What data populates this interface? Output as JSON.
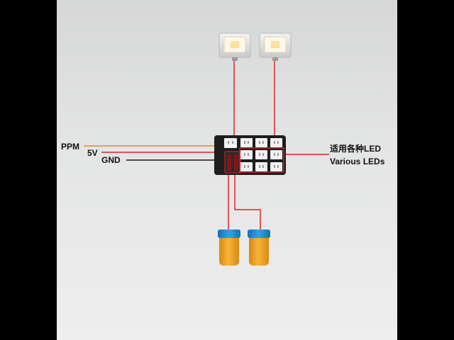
{
  "labels": {
    "ppm": "PPM",
    "v5": "5V",
    "gnd": "GND",
    "leds_cn": "适用各种LED",
    "leds_en": "Various LEDs"
  },
  "colors": {
    "background": "#000000",
    "panel": "#e2e3e3",
    "signal_wire": "#e08a3a",
    "power_wire": "#e0232b",
    "ground_wire": "#1a1a1a",
    "board": "#1e1e1e",
    "led_cap": "#1f8de0",
    "led_body": "#f0a626"
  },
  "components": {
    "flood_lights": 2,
    "cylinder_leds": 2,
    "board_ports": 12,
    "icons": [
      "flood-light-icon",
      "led-light-icon",
      "controller-board-icon"
    ]
  }
}
